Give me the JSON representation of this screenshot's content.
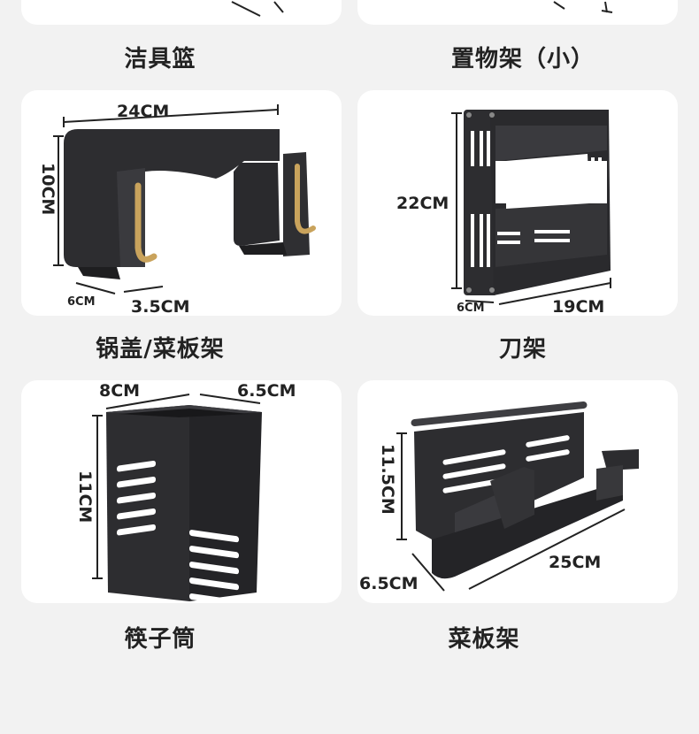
{
  "products": [
    {
      "caption": "洁具篮",
      "dims": []
    },
    {
      "caption": "置物架（小）",
      "dims": []
    },
    {
      "caption": "锅盖/菜板架",
      "dims": [
        "24CM",
        "10CM",
        "6CM",
        "3.5CM"
      ]
    },
    {
      "caption": "刀架",
      "dims": [
        "22CM",
        "6CM",
        "19CM"
      ]
    },
    {
      "caption": "筷子筒",
      "dims": [
        "8CM",
        "6.5CM",
        "11CM"
      ]
    },
    {
      "caption": "菜板架",
      "dims": [
        "11.5CM",
        "25CM",
        "6.5CM"
      ]
    }
  ],
  "colors": {
    "product": "#2b2b2e",
    "accent_hook": "#c9a35c",
    "page_bg": "#f2f2f2",
    "card_bg": "#ffffff"
  }
}
